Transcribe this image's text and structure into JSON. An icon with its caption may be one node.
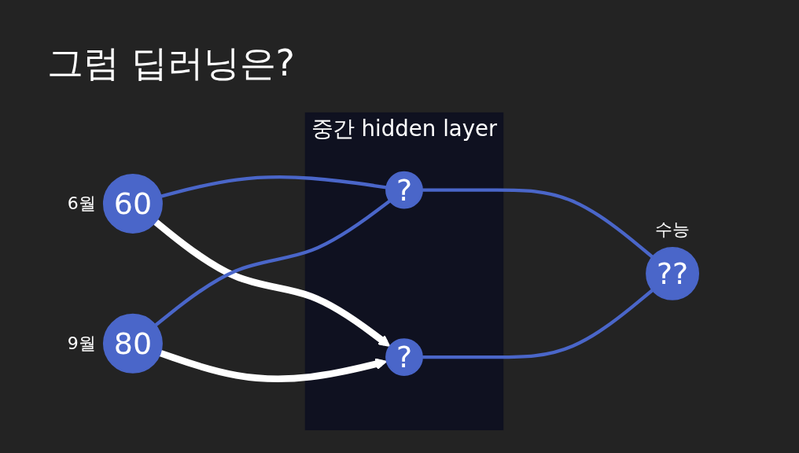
{
  "diagram": {
    "title": "그럼 딥러닝은?",
    "nodes": [
      {
        "text": [
          "중간 hidden layer"
        ]
      },
      {
        "text": [
          "60"
        ],
        "beside": [
          "6월"
        ]
      },
      {
        "text": [
          "80"
        ],
        "beside": [
          "9월"
        ]
      },
      {
        "text": [
          "?"
        ],
        "in": 0
      },
      {
        "text": [
          "?"
        ],
        "in": 0
      },
      {
        "text": [
          "??"
        ],
        "beside": [
          "수능"
        ]
      }
    ],
    "edges": [
      {
        "from": 1,
        "to": 3,
        "arrow": "none"
      },
      {
        "from": 1,
        "to": 4,
        "arrow": "to",
        "style": "thick",
        "color": "#ffffff"
      },
      {
        "from": 2,
        "to": 3,
        "arrow": "none"
      },
      {
        "from": 2,
        "to": 4,
        "arrow": "to",
        "style": "thick",
        "color": "#ffffff"
      },
      {
        "from": 3,
        "to": 5,
        "arrow": "none"
      },
      {
        "from": 4,
        "to": 5,
        "arrow": "none"
      }
    ]
  }
}
